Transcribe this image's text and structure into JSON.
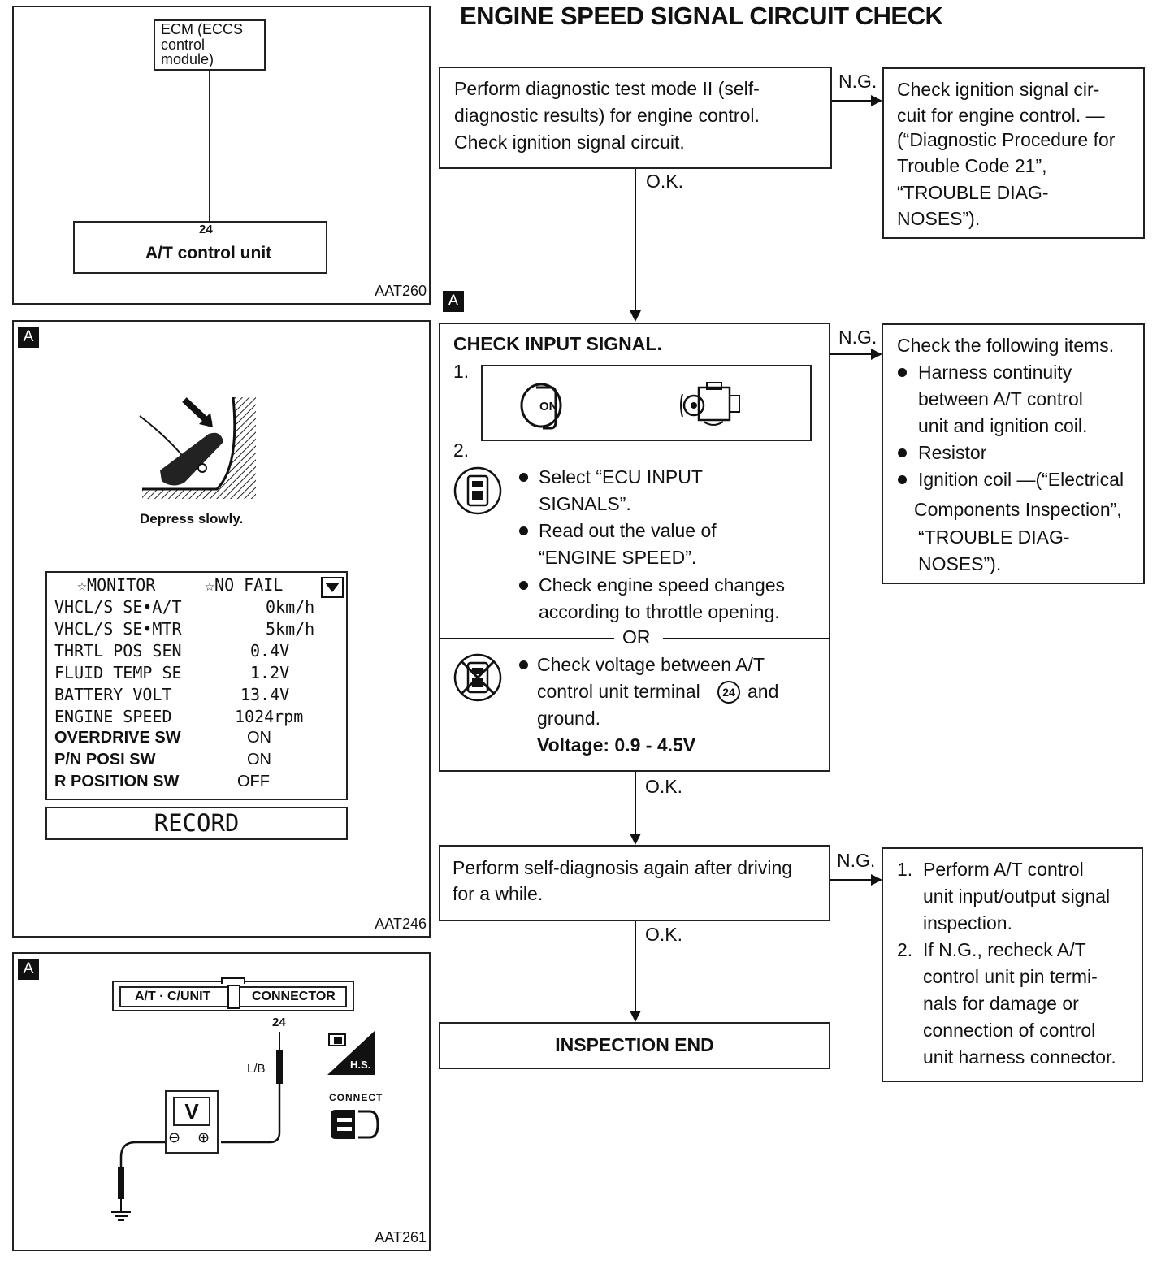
{
  "page": {
    "title": "ENGINE SPEED SIGNAL CIRCUIT CHECK"
  },
  "figure_aat260": {
    "ecm_label_line1": "ECM (ECCS",
    "ecm_label_line2": "control",
    "ecm_label_line3": "module)",
    "terminal": "24",
    "tcu_label": "A/T control unit",
    "code": "AAT260"
  },
  "figure_aat246": {
    "marker": "A",
    "depress_caption": "Depress slowly.",
    "monitor_header_left": "☆MONITOR",
    "monitor_header_right": "☆NO FAIL",
    "rows": [
      {
        "name": "VHCL/S SE•A/T",
        "value": "0km/h"
      },
      {
        "name": "VHCL/S SE•MTR",
        "value": "5km/h"
      },
      {
        "name": "THRTL POS SEN",
        "value": "0.4V"
      },
      {
        "name": "FLUID TEMP SE",
        "value": "1.2V"
      },
      {
        "name": "BATTERY VOLT",
        "value": "13.4V"
      },
      {
        "name": "ENGINE SPEED",
        "value": "1024rpm"
      },
      {
        "name": "OVERDRIVE SW",
        "value": "ON"
      },
      {
        "name": "P/N POSI SW",
        "value": "ON"
      },
      {
        "name": "R POSITION SW",
        "value": "OFF"
      }
    ],
    "record_button": "RECORD",
    "code": "AAT246"
  },
  "figure_aat261": {
    "marker": "A",
    "connector_left": "A/T · C/UNIT",
    "connector_right": "CONNECTOR",
    "terminal": "24",
    "wire_color": "L/B",
    "meter_label": "V",
    "hs_label": "H.S.",
    "connect_label": "CONNECT",
    "code": "AAT261"
  },
  "flow": {
    "step1": {
      "lines": [
        "Perform diagnostic test mode II (self-",
        "diagnostic results) for engine control.",
        "Check ignition signal circuit."
      ]
    },
    "ng1_label": "N.G.",
    "ng1_lines": [
      "Check ignition signal cir-",
      "cuit for engine control. —",
      "(“Diagnostic Procedure for",
      "Trouble Code 21”,",
      "“TROUBLE DIAG-",
      "NOSES”)."
    ],
    "ok1_label": "O.K.",
    "marker_a": "A",
    "step2": {
      "heading": "CHECK INPUT SIGNAL.",
      "num1": "1.",
      "num2": "2.",
      "key_on": "ON",
      "bullet1_line1": "Select “ECU INPUT",
      "bullet1_line2": "SIGNALS”.",
      "bullet2_line1": "Read out the value of",
      "bullet2_line2": "“ENGINE SPEED”.",
      "bullet3_line1": "Check engine speed changes",
      "bullet3_line2": "according to throttle opening.",
      "or_label": "OR",
      "bullet4_line1": "Check voltage between A/T",
      "bullet4_line2a": "control unit terminal",
      "bullet4_terminal": "24",
      "bullet4_line2b": "and",
      "bullet4_line3": "ground.",
      "voltage_spec": "Voltage: 0.9 - 4.5V"
    },
    "ng2_label": "N.G.",
    "ng2": {
      "intro": "Check the following items.",
      "item1_line1": "Harness continuity",
      "item1_line2": "between A/T control",
      "item1_line3": "unit and ignition coil.",
      "item2": "Resistor",
      "item3_line1": "Ignition coil —(“Electrical",
      "item3_line2": "Components Inspection”,",
      "item3_line3": "“TROUBLE DIAG-",
      "item3_line4": "NOSES”)."
    },
    "ok2_label": "O.K.",
    "step3": {
      "line1": "Perform self-diagnosis again after driving",
      "line2": "for a while."
    },
    "ng3_label": "N.G.",
    "ng3": {
      "n1": "1.",
      "item1_line1": "Perform A/T control",
      "item1_line2": "unit input/output signal",
      "item1_line3": "inspection.",
      "n2": "2.",
      "item2_line1": "If N.G., recheck A/T",
      "item2_line2": "control unit pin termi-",
      "item2_line3": "nals for damage or",
      "item2_line4": "connection of control",
      "item2_line5": "unit harness connector."
    },
    "ok3_label": "O.K.",
    "end_label": "INSPECTION END"
  }
}
